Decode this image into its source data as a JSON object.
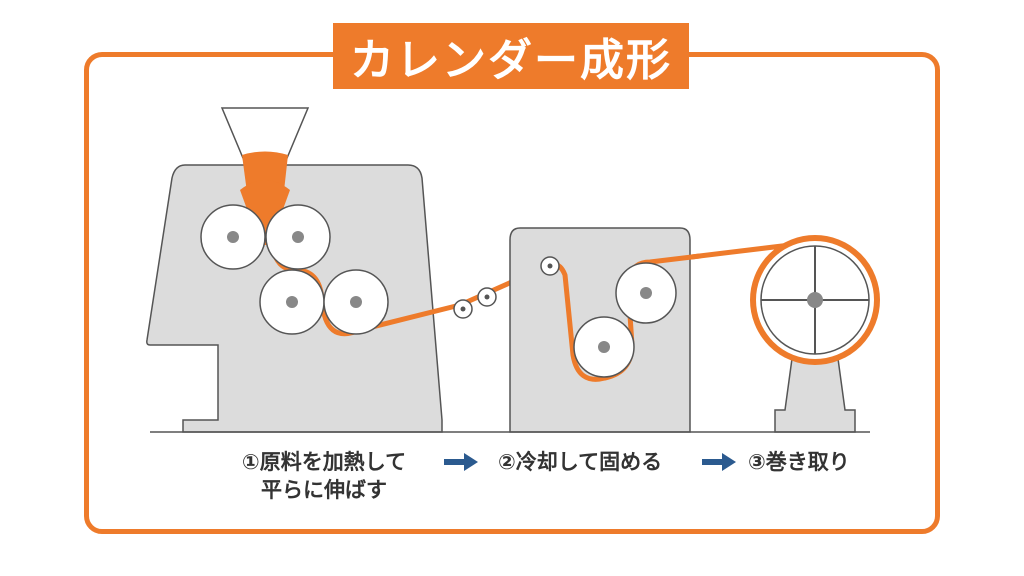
{
  "title": "カレンダー成形",
  "steps": {
    "step1_line1": "①原料を加熱して",
    "step1_line2": "平らに伸ばす",
    "step2": "②冷却して固める",
    "step3": "③巻き取り"
  },
  "colors": {
    "accent": "#ee7b2b",
    "machine": "#dcdcdc",
    "arrow": "#2b5a8f"
  }
}
